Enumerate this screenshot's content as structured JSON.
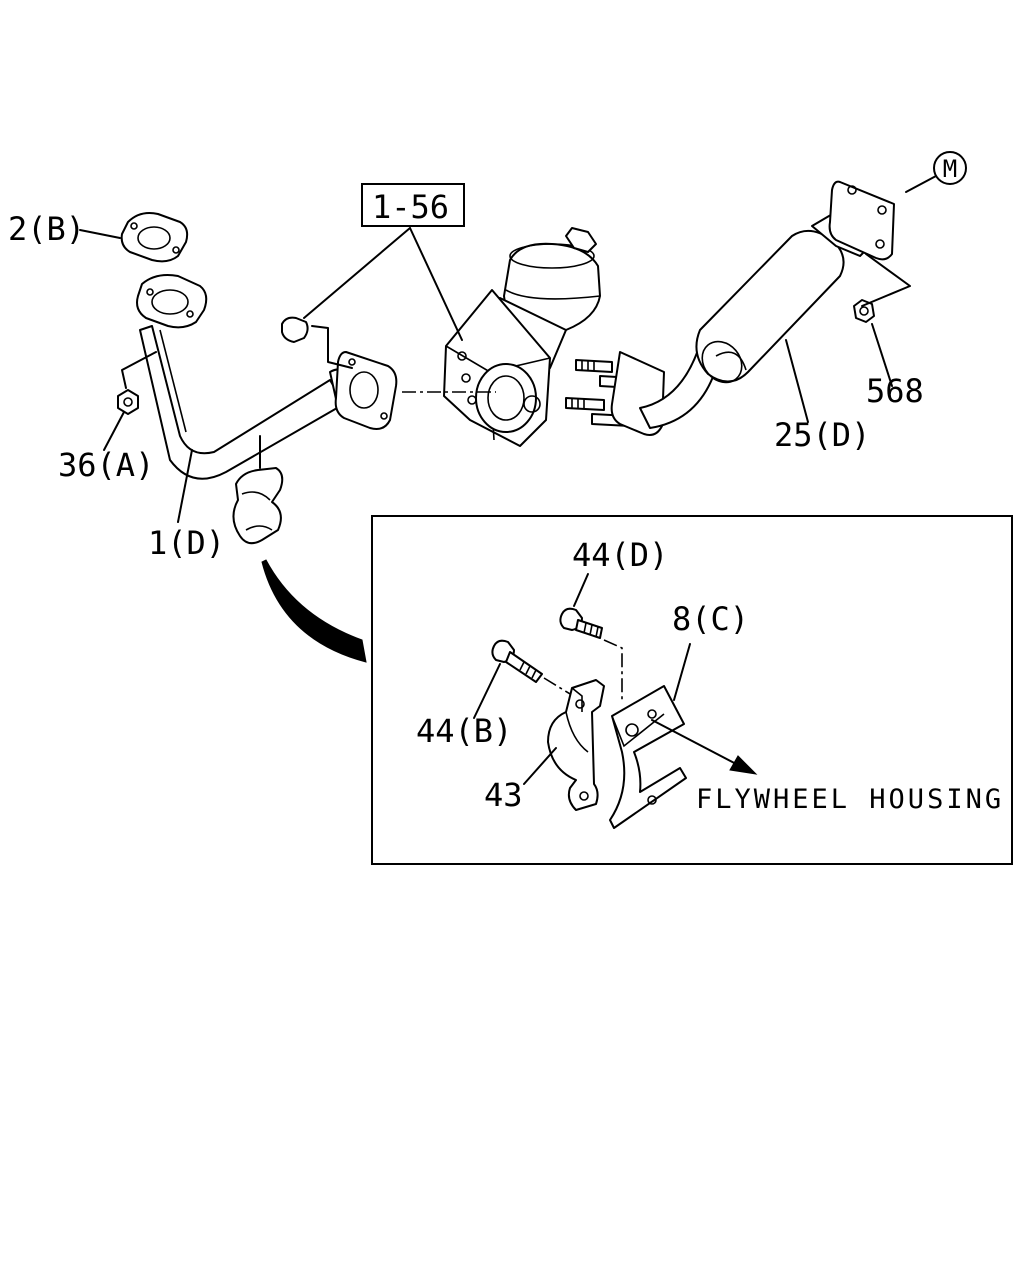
{
  "diagram": {
    "callouts": {
      "p2b": "2(B)",
      "p36a": "36(A)",
      "p1d": "1(D)",
      "p156": "1-56",
      "pM": "M",
      "p568": "568",
      "p25d": "25(D)",
      "p44d": "44(D)",
      "p8c": "8(C)",
      "p44b": "44(B)",
      "p43": "43"
    },
    "annotations": {
      "flywheel": "FLYWHEEL HOUSING"
    }
  }
}
